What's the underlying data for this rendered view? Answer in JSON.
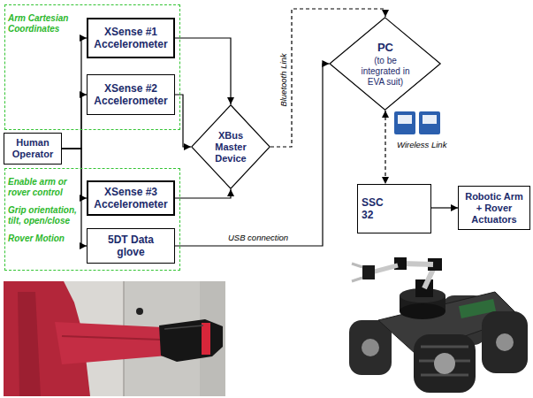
{
  "diagram": {
    "nodes": [
      {
        "text": [
          "Arm Cartesian Coordinates"
        ]
      },
      {
        "text": [
          "XSense #1 Accelerometer"
        ],
        "in": 0
      },
      {
        "text": [
          "XSense #2 Accelerometer"
        ],
        "in": 0
      },
      {
        "text": [
          "Human Operator"
        ]
      },
      {
        "text": [
          "Enable arm or rover control",
          "Grip orientation, tilt, open/close",
          "Rover Motion"
        ]
      },
      {
        "text": [
          "XSense #3 Accelerometer"
        ],
        "in": 4
      },
      {
        "text": [
          "5DT Data glove"
        ],
        "in": 4
      },
      {
        "text": [
          "XBus Master Device"
        ]
      },
      {
        "text": [
          "PC",
          "(to be integrated in EVA suit)"
        ]
      },
      {
        "text": [
          "SSC 32"
        ]
      },
      {
        "text": [
          "Robotic Arm + Rover Actuators"
        ]
      }
    ],
    "edges": [
      {
        "from": 3,
        "to": 1,
        "arrow": "to"
      },
      {
        "from": 3,
        "to": 2,
        "arrow": "to"
      },
      {
        "from": 3,
        "to": 5,
        "arrow": "to"
      },
      {
        "from": 3,
        "to": 6,
        "arrow": "to"
      },
      {
        "from": 1,
        "to": 7,
        "arrow": "to"
      },
      {
        "from": 2,
        "to": 7,
        "arrow": "to"
      },
      {
        "from": 5,
        "to": 7,
        "arrow": "to"
      },
      {
        "from": 7,
        "to": 8,
        "label": "Bluetooth Link",
        "arrow": "to"
      },
      {
        "from": 6,
        "to": 8,
        "label": "USB connection",
        "arrow": "to"
      },
      {
        "from": 8,
        "to": 9,
        "label": "Wireless Link",
        "arrow": "both"
      },
      {
        "from": 9,
        "to": 10,
        "arrow": "to"
      }
    ]
  }
}
